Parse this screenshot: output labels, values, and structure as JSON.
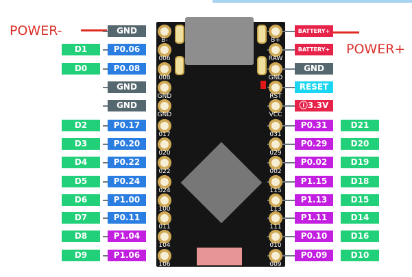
{
  "annotations": {
    "power_minus": "POWER-",
    "power_plus": "POWER+"
  },
  "colors": {
    "gnd": "#56686f",
    "port0": "#2a7de1",
    "port1": "#c21fe0",
    "digital": "#22d07a",
    "battery": "#e8234a",
    "reset": "#1ad6f0",
    "vcc": "#e8234a"
  },
  "left_pins": [
    {
      "silk": "B-",
      "port": "GND",
      "kind": "gnd"
    },
    {
      "silk": "006",
      "port": "P0.06",
      "kind": "port0",
      "digital": "D1"
    },
    {
      "silk": "008",
      "port": "P0.08",
      "kind": "port0",
      "digital": "D0"
    },
    {
      "silk": "GND",
      "port": "GND",
      "kind": "gnd"
    },
    {
      "silk": "GND",
      "port": "GND",
      "kind": "gnd"
    },
    {
      "silk": "017",
      "port": "P0.17",
      "kind": "port0",
      "digital": "D2"
    },
    {
      "silk": "020",
      "port": "P0.20",
      "kind": "port0",
      "digital": "D3"
    },
    {
      "silk": "022",
      "port": "P0.22",
      "kind": "port0",
      "digital": "D4"
    },
    {
      "silk": "024",
      "port": "P0.24",
      "kind": "port0",
      "digital": "D5"
    },
    {
      "silk": "100",
      "port": "P1.00",
      "kind": "port0",
      "digital": "D6"
    },
    {
      "silk": "011",
      "port": "P0.11",
      "kind": "port0",
      "digital": "D7"
    },
    {
      "silk": "104",
      "port": "P1.04",
      "kind": "port1",
      "digital": "D8"
    },
    {
      "silk": "106",
      "port": "P1.06",
      "kind": "port1",
      "digital": "D9"
    }
  ],
  "right_pins": [
    {
      "silk": "B+",
      "port": "BATTERY+",
      "kind": "battery"
    },
    {
      "silk": "RAW",
      "port": "BATTERY+",
      "kind": "battery"
    },
    {
      "silk": "GND",
      "port": "GND",
      "kind": "gnd"
    },
    {
      "silk": "RST",
      "port": "RESET",
      "kind": "reset"
    },
    {
      "silk": "VCC",
      "port": "ⓘ3.3V",
      "kind": "vcc"
    },
    {
      "silk": "031",
      "port": "P0.31",
      "kind": "port1",
      "digital": "D21"
    },
    {
      "silk": "029",
      "port": "P0.29",
      "kind": "port1",
      "digital": "D20"
    },
    {
      "silk": "002",
      "port": "P0.02",
      "kind": "port1",
      "digital": "D19"
    },
    {
      "silk": "115",
      "port": "P1.15",
      "kind": "port1",
      "digital": "D18"
    },
    {
      "silk": "113",
      "port": "P1.13",
      "kind": "port1",
      "digital": "D15"
    },
    {
      "silk": "111",
      "port": "P1.11",
      "kind": "port1",
      "digital": "D14"
    },
    {
      "silk": "010",
      "port": "P0.10",
      "kind": "port1",
      "digital": "D16"
    },
    {
      "silk": "009",
      "port": "P0.09",
      "kind": "port1",
      "digital": "D10"
    }
  ]
}
